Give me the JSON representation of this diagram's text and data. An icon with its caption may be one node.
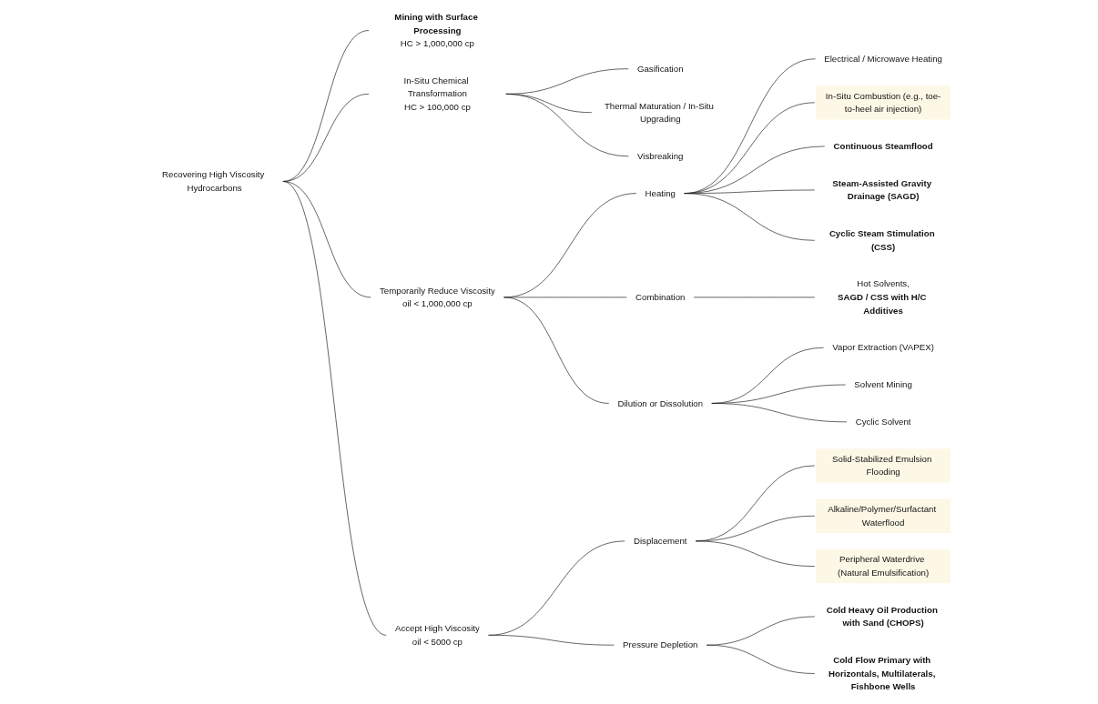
{
  "diagram": {
    "nodes": [
      {
        "text": [
          "Recovering High Viscosity Hydrocarbons"
        ]
      },
      {
        "text": [
          "Mining with Surface Processing",
          "HC > 1,000,000 cp"
        ]
      },
      {
        "text": [
          "In-Situ Chemical Transformation",
          "HC > 100,000 cp"
        ]
      },
      {
        "text": [
          "Gasification"
        ]
      },
      {
        "text": [
          "Thermal Maturation / In-Situ Upgrading"
        ]
      },
      {
        "text": [
          "Visbreaking"
        ]
      },
      {
        "text": [
          "Temporarily Reduce Viscosity",
          "oil < 1,000,000 cp"
        ]
      },
      {
        "text": [
          "Heating"
        ]
      },
      {
        "text": [
          "Electrical / Microwave Heating"
        ]
      },
      {
        "text": [
          "In-Situ Combustion (e.g., toe-to-heel air injection)"
        ]
      },
      {
        "text": [
          "Continuous Steamflood"
        ]
      },
      {
        "text": [
          "Steam-Assisted Gravity Drainage (SAGD)"
        ]
      },
      {
        "text": [
          "Cyclic Steam Stimulation (CSS)"
        ]
      },
      {
        "text": [
          "Combination"
        ]
      },
      {
        "text": [
          "Hot Solvents,",
          "SAGD / CSS with H/C Additives"
        ]
      },
      {
        "text": [
          "Dilution or Dissolution"
        ]
      },
      {
        "text": [
          "Vapor Extraction (VAPEX)"
        ]
      },
      {
        "text": [
          "Solvent Mining"
        ]
      },
      {
        "text": [
          "Cyclic Solvent"
        ]
      },
      {
        "text": [
          "Accept High Viscosity",
          "oil < 5000 cp"
        ]
      },
      {
        "text": [
          "Displacement"
        ]
      },
      {
        "text": [
          "Solid-Stabilized Emulsion Flooding"
        ]
      },
      {
        "text": [
          "Alkaline/Polymer/Surfactant Waterflood"
        ]
      },
      {
        "text": [
          "Peripheral Waterdrive (Natural Emulsification)"
        ]
      },
      {
        "text": [
          "Pressure Depletion"
        ]
      },
      {
        "text": [
          "Cold Heavy Oil Production with Sand (CHOPS)"
        ]
      },
      {
        "text": [
          "Cold Flow Primary with Horizontals, Multilaterals, Fishbone Wells"
        ]
      }
    ],
    "edges": [
      {
        "from": 0,
        "to": 1,
        "arrow": "none"
      },
      {
        "from": 0,
        "to": 2,
        "arrow": "none"
      },
      {
        "from": 0,
        "to": 6,
        "arrow": "none"
      },
      {
        "from": 0,
        "to": 19,
        "arrow": "none"
      },
      {
        "from": 2,
        "to": 3,
        "arrow": "none"
      },
      {
        "from": 2,
        "to": 4,
        "arrow": "none"
      },
      {
        "from": 2,
        "to": 5,
        "arrow": "none"
      },
      {
        "from": 6,
        "to": 7,
        "arrow": "none"
      },
      {
        "from": 6,
        "to": 13,
        "arrow": "none"
      },
      {
        "from": 6,
        "to": 15,
        "arrow": "none"
      },
      {
        "from": 7,
        "to": 8,
        "arrow": "none"
      },
      {
        "from": 7,
        "to": 9,
        "arrow": "none"
      },
      {
        "from": 7,
        "to": 10,
        "arrow": "none"
      },
      {
        "from": 7,
        "to": 11,
        "arrow": "none"
      },
      {
        "from": 7,
        "to": 12,
        "arrow": "none"
      },
      {
        "from": 13,
        "to": 14,
        "arrow": "none"
      },
      {
        "from": 15,
        "to": 16,
        "arrow": "none"
      },
      {
        "from": 15,
        "to": 17,
        "arrow": "none"
      },
      {
        "from": 15,
        "to": 18,
        "arrow": "none"
      },
      {
        "from": 19,
        "to": 20,
        "arrow": "none"
      },
      {
        "from": 19,
        "to": 24,
        "arrow": "none"
      },
      {
        "from": 20,
        "to": 21,
        "arrow": "none"
      },
      {
        "from": 20,
        "to": 22,
        "arrow": "none"
      },
      {
        "from": 20,
        "to": 23,
        "arrow": "none"
      },
      {
        "from": 24,
        "to": 25,
        "arrow": "none"
      },
      {
        "from": 24,
        "to": 26,
        "arrow": "none"
      }
    ]
  }
}
